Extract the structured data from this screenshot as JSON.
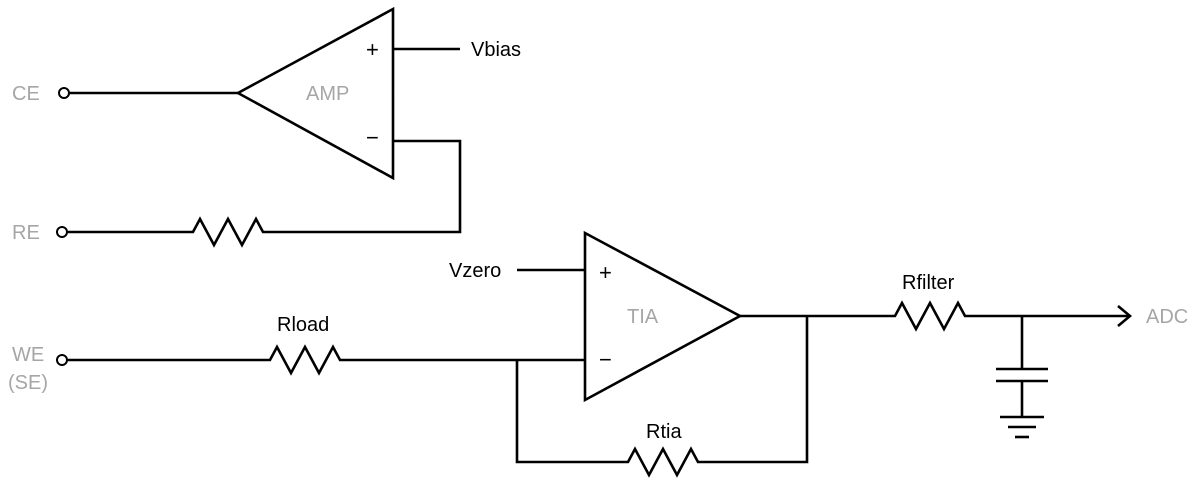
{
  "colors": {
    "line": "#000000",
    "muted_label": "#a6a6a6",
    "background": "#ffffff"
  },
  "terminals": {
    "ce": "CE",
    "re": "RE",
    "we_line1": "WE",
    "we_line2": "(SE)",
    "adc": "ADC"
  },
  "amplifiers": {
    "amp": {
      "name": "AMP",
      "plus": "+",
      "minus": "−",
      "plus_input": "Vbias"
    },
    "tia": {
      "name": "TIA",
      "plus": "+",
      "minus": "−",
      "plus_input": "Vzero"
    }
  },
  "resistors": {
    "rload": "Rload",
    "rtia": "Rtia",
    "rfilter": "Rfilter"
  },
  "icons": [
    "resistor-icon",
    "capacitor-icon",
    "ground-icon",
    "arrow-icon",
    "terminal-icon"
  ]
}
